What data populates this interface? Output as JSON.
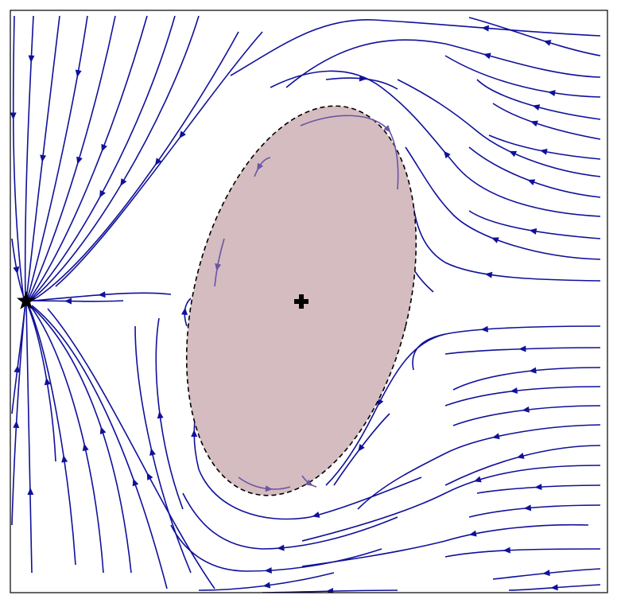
{
  "figure": {
    "kind": "streamline-plot",
    "colors": {
      "background": "#ffffff",
      "frame": "#000000",
      "streamline": "#10109a",
      "inner_streamline": "#6a55a2",
      "ellipse_fill": "#d5bcc1",
      "ellipse_edge": "#000000",
      "markers": "#000000"
    },
    "markers": [
      {
        "name": "star",
        "icon": "star-icon"
      },
      {
        "name": "cross",
        "icon": "plus-icon"
      }
    ]
  }
}
